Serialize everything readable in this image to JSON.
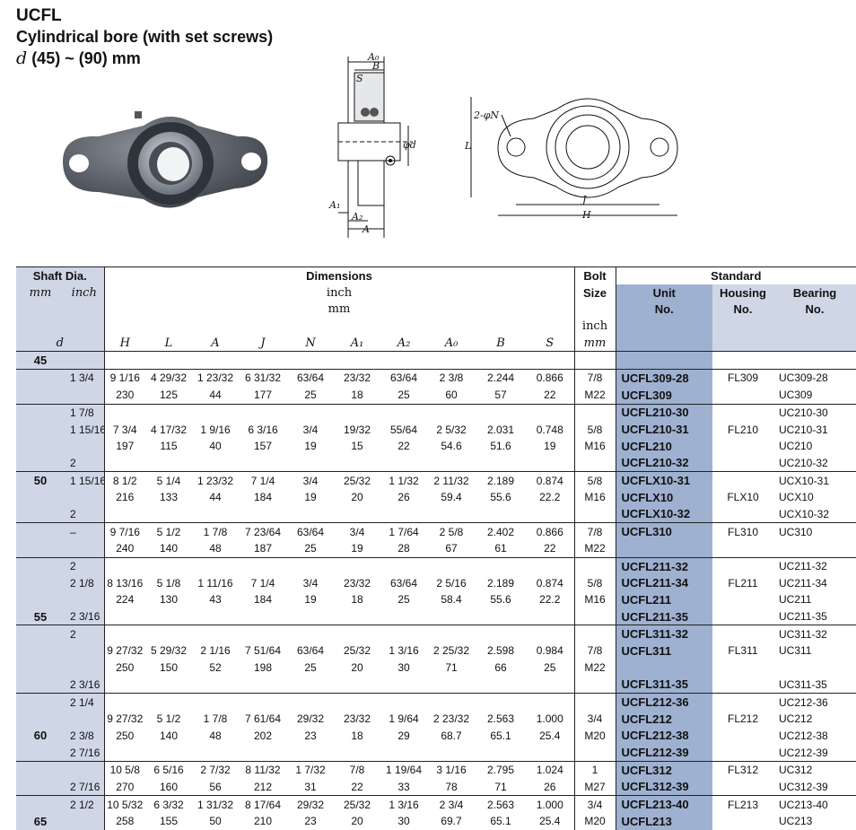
{
  "header": {
    "code": "UCFL",
    "subtitle": "Cylindrical bore (with set screws)",
    "range_sym": "d",
    "range_text": "(45) ~ (90) mm"
  },
  "figures": {
    "section_labels": {
      "A0": "A₀",
      "B": "B",
      "S": "S",
      "d": "φd",
      "A1": "A₁",
      "A2": "A₂",
      "A": "A"
    },
    "front_labels": {
      "N": "2-φN",
      "L": "L",
      "J": "J",
      "H": "H"
    }
  },
  "table": {
    "head": {
      "shaft_dia": "Shaft Dia.",
      "mm": "mm",
      "inch": "inch",
      "d": "d",
      "dimensions": "Dimensions",
      "dim_inch": "inch",
      "dim_mm": "mm",
      "bolt_size1": "Bolt",
      "bolt_size2": "Size",
      "bolt_inch": "inch",
      "bolt_mm": "mm",
      "standard": "Standard",
      "unit": "Unit",
      "unit2": "No.",
      "housing": "Housing",
      "housing2": "No.",
      "bearing": "Bearing",
      "bearing2": "No.",
      "cols": [
        "H",
        "L",
        "A",
        "J",
        "N",
        "A₁",
        "A₂",
        "A₀",
        "B",
        "S"
      ]
    },
    "rows": [
      {
        "mm": "45",
        "inch": "",
        "H": "",
        "L": "",
        "A": "",
        "J": "",
        "N": "",
        "A1": "",
        "A2": "",
        "A0": "",
        "B": "",
        "S": "",
        "bolt": "",
        "unit": "",
        "housing": "",
        "bearing": ""
      },
      {
        "mm": "",
        "inch": "1 3/4",
        "H": "9 1/16",
        "L": "4 29/32",
        "A": "1 23/32",
        "J": "6 31/32",
        "N": "63/64",
        "A1": "23/32",
        "A2": "63/64",
        "A0": "2 3/8",
        "B": "2.244",
        "S": "0.866",
        "bolt": "7/8",
        "unit": "UCFL309-28",
        "housing": "FL309",
        "bearing": "UC309-28"
      },
      {
        "mm": "",
        "inch": "",
        "H": "230",
        "L": "125",
        "A": "44",
        "J": "177",
        "N": "25",
        "A1": "18",
        "A2": "25",
        "A0": "60",
        "B": "57",
        "S": "22",
        "bolt": "M22",
        "unit": "UCFL309",
        "housing": "",
        "bearing": "UC309"
      },
      {
        "mm": "",
        "inch": "1 7/8",
        "H": "",
        "L": "",
        "A": "",
        "J": "",
        "N": "",
        "A1": "",
        "A2": "",
        "A0": "",
        "B": "",
        "S": "",
        "bolt": "",
        "unit": "UCFL210-30",
        "housing": "",
        "bearing": "UC210-30"
      },
      {
        "mm": "",
        "inch": "1 15/16",
        "H": "7 3/4",
        "L": "4 17/32",
        "A": "1 9/16",
        "J": "6 3/16",
        "N": "3/4",
        "A1": "19/32",
        "A2": "55/64",
        "A0": "2 5/32",
        "B": "2.031",
        "S": "0.748",
        "bolt": "5/8",
        "unit": "UCFL210-31",
        "housing": "FL210",
        "bearing": "UC210-31"
      },
      {
        "mm": "",
        "inch": "",
        "H": "197",
        "L": "115",
        "A": "40",
        "J": "157",
        "N": "19",
        "A1": "15",
        "A2": "22",
        "A0": "54.6",
        "B": "51.6",
        "S": "19",
        "bolt": "M16",
        "unit": "UCFL210",
        "housing": "",
        "bearing": "UC210"
      },
      {
        "mm": "",
        "inch": "2",
        "H": "",
        "L": "",
        "A": "",
        "J": "",
        "N": "",
        "A1": "",
        "A2": "",
        "A0": "",
        "B": "",
        "S": "",
        "bolt": "",
        "unit": "UCFL210-32",
        "housing": "",
        "bearing": "UC210-32"
      },
      {
        "mm": "50",
        "inch": "1 15/16",
        "H": "8 1/2",
        "L": "5 1/4",
        "A": "1 23/32",
        "J": "7 1/4",
        "N": "3/4",
        "A1": "25/32",
        "A2": "1 1/32",
        "A0": "2 11/32",
        "B": "2.189",
        "S": "0.874",
        "bolt": "5/8",
        "unit": "UCFLX10-31",
        "housing": "",
        "bearing": "UCX10-31"
      },
      {
        "mm": "",
        "inch": "",
        "H": "216",
        "L": "133",
        "A": "44",
        "J": "184",
        "N": "19",
        "A1": "20",
        "A2": "26",
        "A0": "59.4",
        "B": "55.6",
        "S": "22.2",
        "bolt": "M16",
        "unit": "UCFLX10",
        "housing": "FLX10",
        "bearing": "UCX10"
      },
      {
        "mm": "",
        "inch": "2",
        "H": "",
        "L": "",
        "A": "",
        "J": "",
        "N": "",
        "A1": "",
        "A2": "",
        "A0": "",
        "B": "",
        "S": "",
        "bolt": "",
        "unit": "UCFLX10-32",
        "housing": "",
        "bearing": "UCX10-32"
      },
      {
        "mm": "",
        "inch": "–",
        "H": "9 7/16",
        "L": "5 1/2",
        "A": "1 7/8",
        "J": "7 23/64",
        "N": "63/64",
        "A1": "3/4",
        "A2": "1 7/64",
        "A0": "2 5/8",
        "B": "2.402",
        "S": "0.866",
        "bolt": "7/8",
        "unit": "UCFL310",
        "housing": "FL310",
        "bearing": "UC310"
      },
      {
        "mm": "",
        "inch": "",
        "H": "240",
        "L": "140",
        "A": "48",
        "J": "187",
        "N": "25",
        "A1": "19",
        "A2": "28",
        "A0": "67",
        "B": "61",
        "S": "22",
        "bolt": "M22",
        "unit": "",
        "housing": "",
        "bearing": ""
      },
      {
        "mm": "",
        "inch": "2",
        "H": "",
        "L": "",
        "A": "",
        "J": "",
        "N": "",
        "A1": "",
        "A2": "",
        "A0": "",
        "B": "",
        "S": "",
        "bolt": "",
        "unit": "UCFL211-32",
        "housing": "",
        "bearing": "UC211-32"
      },
      {
        "mm": "",
        "inch": "2 1/8",
        "H": "8 13/16",
        "L": "5 1/8",
        "A": "1 11/16",
        "J": "7 1/4",
        "N": "3/4",
        "A1": "23/32",
        "A2": "63/64",
        "A0": "2 5/16",
        "B": "2.189",
        "S": "0.874",
        "bolt": "5/8",
        "unit": "UCFL211-34",
        "housing": "FL211",
        "bearing": "UC211-34"
      },
      {
        "mm": "",
        "inch": "",
        "H": "224",
        "L": "130",
        "A": "43",
        "J": "184",
        "N": "19",
        "A1": "18",
        "A2": "25",
        "A0": "58.4",
        "B": "55.6",
        "S": "22.2",
        "bolt": "M16",
        "unit": "UCFL211",
        "housing": "",
        "bearing": "UC211"
      },
      {
        "mm": "55",
        "inch": "2 3/16",
        "H": "",
        "L": "",
        "A": "",
        "J": "",
        "N": "",
        "A1": "",
        "A2": "",
        "A0": "",
        "B": "",
        "S": "",
        "bolt": "",
        "unit": "UCFL211-35",
        "housing": "",
        "bearing": "UC211-35"
      },
      {
        "mm": "",
        "inch": "2",
        "H": "",
        "L": "",
        "A": "",
        "J": "",
        "N": "",
        "A1": "",
        "A2": "",
        "A0": "",
        "B": "",
        "S": "",
        "bolt": "",
        "unit": "UCFL311-32",
        "housing": "",
        "bearing": "UC311-32"
      },
      {
        "mm": "",
        "inch": "",
        "H": "9 27/32",
        "L": "5 29/32",
        "A": "2 1/16",
        "J": "7 51/64",
        "N": "63/64",
        "A1": "25/32",
        "A2": "1 3/16",
        "A0": "2 25/32",
        "B": "2.598",
        "S": "0.984",
        "bolt": "7/8",
        "unit": "UCFL311",
        "housing": "FL311",
        "bearing": "UC311"
      },
      {
        "mm": "",
        "inch": "",
        "H": "250",
        "L": "150",
        "A": "52",
        "J": "198",
        "N": "25",
        "A1": "20",
        "A2": "30",
        "A0": "71",
        "B": "66",
        "S": "25",
        "bolt": "M22",
        "unit": "",
        "housing": "",
        "bearing": ""
      },
      {
        "mm": "",
        "inch": "2 3/16",
        "H": "",
        "L": "",
        "A": "",
        "J": "",
        "N": "",
        "A1": "",
        "A2": "",
        "A0": "",
        "B": "",
        "S": "",
        "bolt": "",
        "unit": "UCFL311-35",
        "housing": "",
        "bearing": "UC311-35"
      },
      {
        "mm": "",
        "inch": "2 1/4",
        "H": "",
        "L": "",
        "A": "",
        "J": "",
        "N": "",
        "A1": "",
        "A2": "",
        "A0": "",
        "B": "",
        "S": "",
        "bolt": "",
        "unit": "UCFL212-36",
        "housing": "",
        "bearing": "UC212-36"
      },
      {
        "mm": "",
        "inch": "",
        "H": "9 27/32",
        "L": "5 1/2",
        "A": "1 7/8",
        "J": "7 61/64",
        "N": "29/32",
        "A1": "23/32",
        "A2": "1 9/64",
        "A0": "2 23/32",
        "B": "2.563",
        "S": "1.000",
        "bolt": "3/4",
        "unit": "UCFL212",
        "housing": "FL212",
        "bearing": "UC212"
      },
      {
        "mm": "60",
        "inch": "2 3/8",
        "H": "250",
        "L": "140",
        "A": "48",
        "J": "202",
        "N": "23",
        "A1": "18",
        "A2": "29",
        "A0": "68.7",
        "B": "65.1",
        "S": "25.4",
        "bolt": "M20",
        "unit": "UCFL212-38",
        "housing": "",
        "bearing": "UC212-38"
      },
      {
        "mm": "",
        "inch": "2 7/16",
        "H": "",
        "L": "",
        "A": "",
        "J": "",
        "N": "",
        "A1": "",
        "A2": "",
        "A0": "",
        "B": "",
        "S": "",
        "bolt": "",
        "unit": "UCFL212-39",
        "housing": "",
        "bearing": "UC212-39"
      },
      {
        "mm": "",
        "inch": "",
        "H": "10 5/8",
        "L": "6 5/16",
        "A": "2 7/32",
        "J": "8 11/32",
        "N": "1 7/32",
        "A1": "7/8",
        "A2": "1 19/64",
        "A0": "3 1/16",
        "B": "2.795",
        "S": "1.024",
        "bolt": "1",
        "unit": "UCFL312",
        "housing": "FL312",
        "bearing": "UC312"
      },
      {
        "mm": "",
        "inch": "2 7/16",
        "H": "270",
        "L": "160",
        "A": "56",
        "J": "212",
        "N": "31",
        "A1": "22",
        "A2": "33",
        "A0": "78",
        "B": "71",
        "S": "26",
        "bolt": "M27",
        "unit": "UCFL312-39",
        "housing": "",
        "bearing": "UC312-39"
      },
      {
        "mm": "",
        "inch": "2 1/2",
        "H": "10 5/32",
        "L": "6 3/32",
        "A": "1 31/32",
        "J": "8 17/64",
        "N": "29/32",
        "A1": "25/32",
        "A2": "1 3/16",
        "A0": "2 3/4",
        "B": "2.563",
        "S": "1.000",
        "bolt": "3/4",
        "unit": "UCFL213-40",
        "housing": "FL213",
        "bearing": "UC213-40"
      },
      {
        "mm": "65",
        "inch": "",
        "H": "258",
        "L": "155",
        "A": "50",
        "J": "210",
        "N": "23",
        "A1": "20",
        "A2": "30",
        "A0": "69.7",
        "B": "65.1",
        "S": "25.4",
        "bolt": "M20",
        "unit": "UCFL213",
        "housing": "",
        "bearing": "UC213"
      }
    ]
  }
}
